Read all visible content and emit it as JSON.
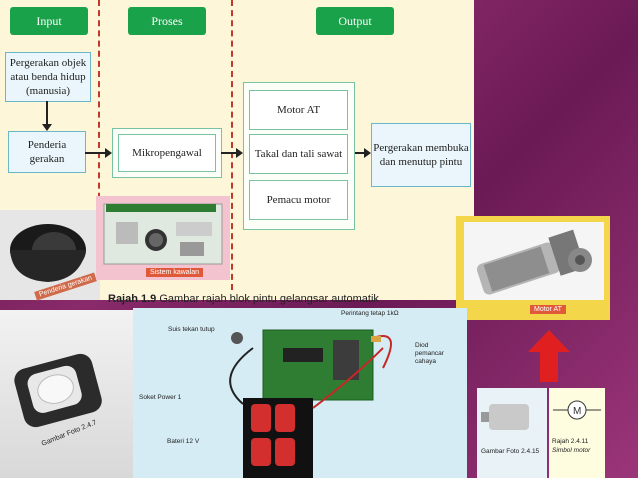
{
  "headers": {
    "input": "Input",
    "proses": "Proses",
    "output": "Output"
  },
  "blocks": {
    "pergerakan_objek": "Pergerakan objek atau benda hidup (manusia)",
    "penderia": "Penderia gerakan",
    "mikropengawal": "Mikropengawal",
    "motor_at": "Motor AT",
    "takal": "Takal dan tali sawat",
    "pemacu": "Pemacu motor",
    "pergerakan_pintu": "Pergerakan membuka dan menutup pintu"
  },
  "photo_tags": {
    "sistem": "Sistem kawalan",
    "penderia": "Penderia gerakan",
    "motor": "Motor AT"
  },
  "caption": {
    "label": "Rajah 1.9",
    "text": "Gambar rajah blok pintu gelangsar automatik"
  },
  "circuit_labels": {
    "suis": "Suis tekan tutup",
    "perintang": "Perintang tetap 1kΩ",
    "diod": "Diod pemancar cahaya",
    "soket": "Soket Power 1",
    "bateri": "Bateri 12 V"
  },
  "side_captions": {
    "foto247": "Gambar Foto 2.4.7",
    "foto2415": "Gambar Foto 2.4.15",
    "rajah2411": "Rajah 2.4.11",
    "simbol": "Simbol motor"
  },
  "colors": {
    "header_green": "#1aa24a",
    "dash_red": "#c0392b",
    "box_fill": "#eaf6fb",
    "slide_bg": "#7a1f5e",
    "arrow_red": "#e02020"
  }
}
